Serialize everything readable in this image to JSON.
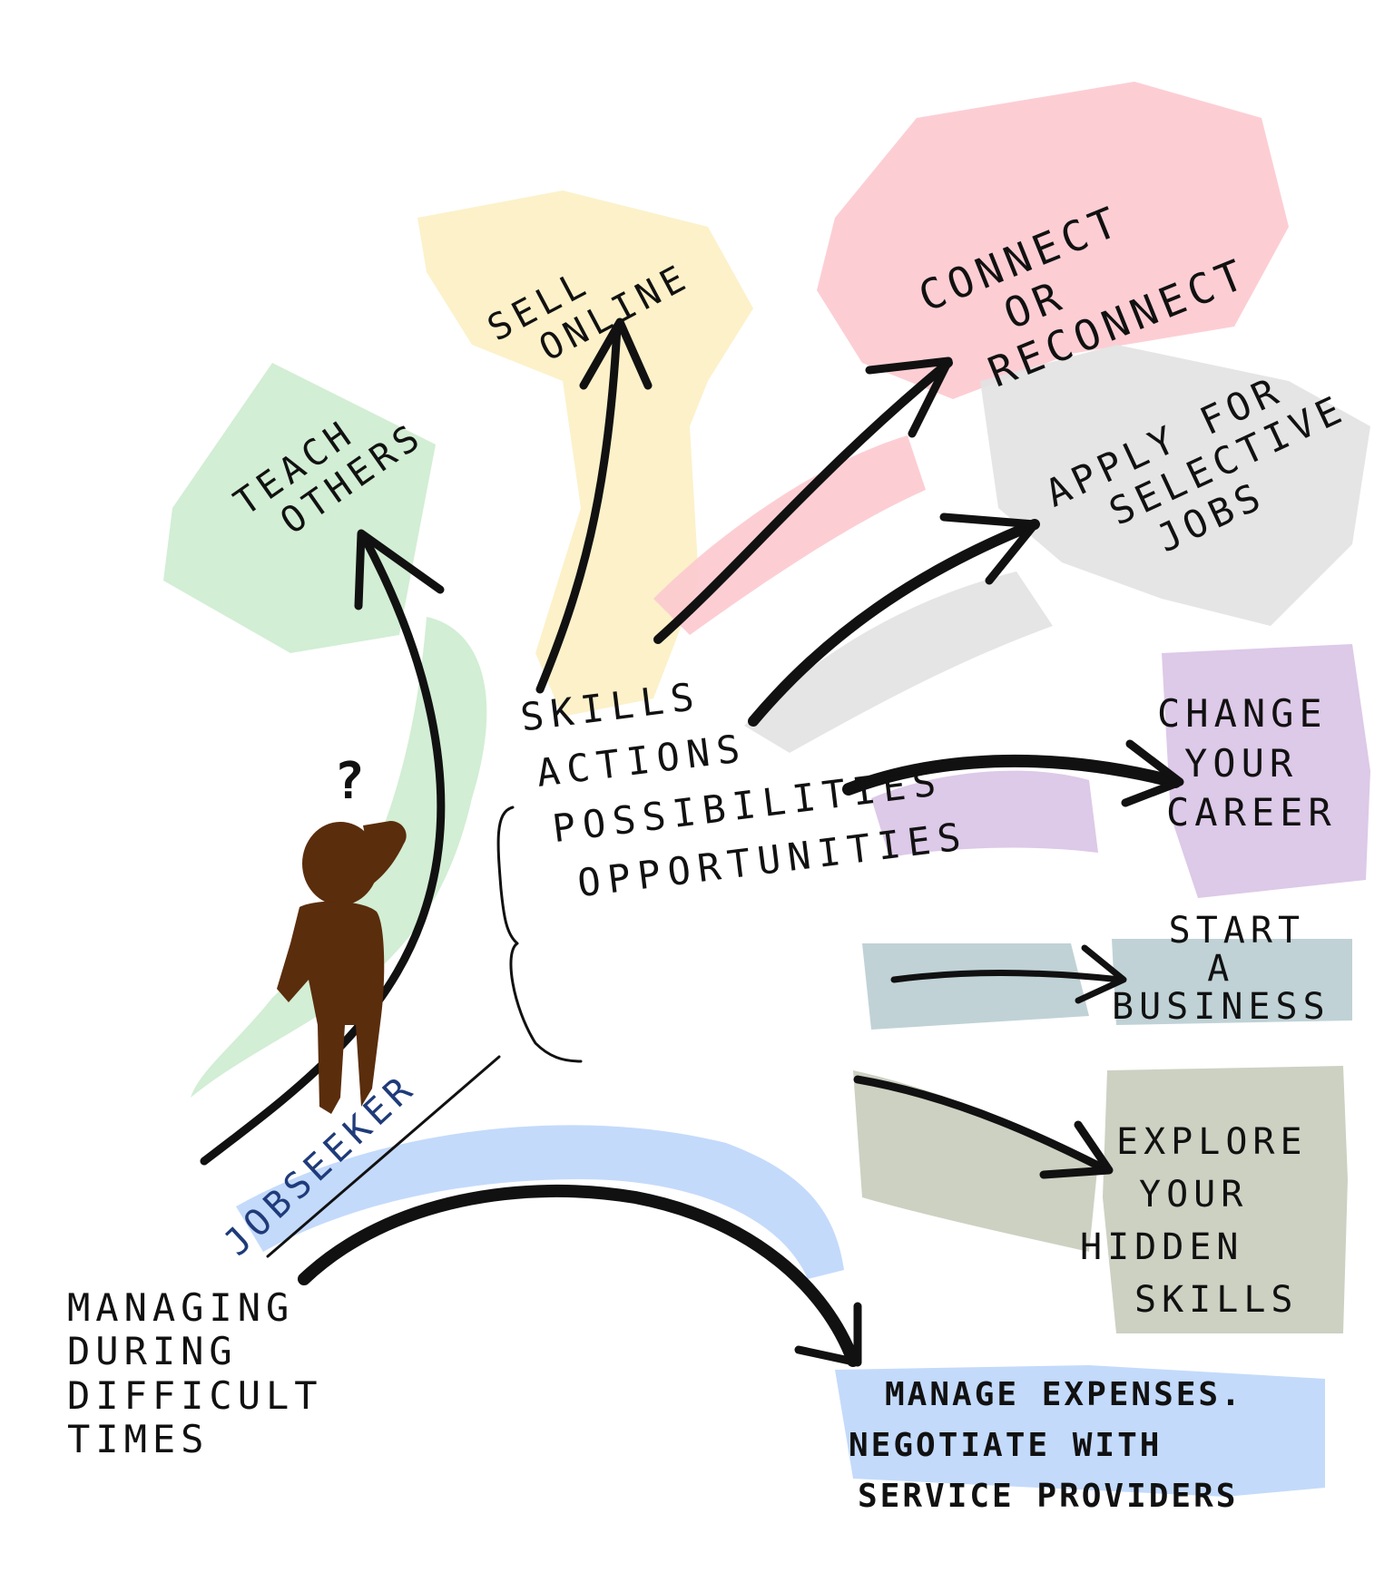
{
  "title_lines": [
    "MANAGING",
    "DURING",
    "DIFFICULT",
    "TIMES"
  ],
  "jobseeker_label": "JOBSEEKER",
  "question_mark": "?",
  "center_list": [
    "SKILLS",
    "ACTIONS",
    "POSSIBILITIES",
    "OPPORTUNITIES"
  ],
  "branches": {
    "teach": {
      "lines": [
        "TEACH",
        "OTHERS"
      ],
      "color": "#cdeccf"
    },
    "sell": {
      "lines": [
        "SELL",
        "ONLINE"
      ],
      "color": "#fcefc3"
    },
    "connect": {
      "lines": [
        "CONNECT",
        "OR",
        "RECONNECT"
      ],
      "color": "#fcc9cf"
    },
    "apply": {
      "lines": [
        "APPLY FOR",
        "SELECTIVE",
        "JOBS"
      ],
      "color": "#e2e2e2"
    },
    "career": {
      "lines": [
        "CHANGE",
        "YOUR",
        "CAREER"
      ],
      "color": "#d9c3e6"
    },
    "business": {
      "lines": [
        "START",
        "A",
        "BUSINESS"
      ],
      "color": "#b9cdd2"
    },
    "explore": {
      "lines": [
        "EXPLORE",
        "YOUR",
        "HIDDEN",
        "SKILLS"
      ],
      "color": "#c7ccbb"
    },
    "manage": {
      "lines": [
        "MANAGE EXPENSES.",
        "NEGOTIATE WITH",
        "SERVICE PROVIDERS"
      ],
      "color": "#bcd6fb"
    }
  },
  "figure_color": "#5a2d0c",
  "ink_color": "#111111"
}
